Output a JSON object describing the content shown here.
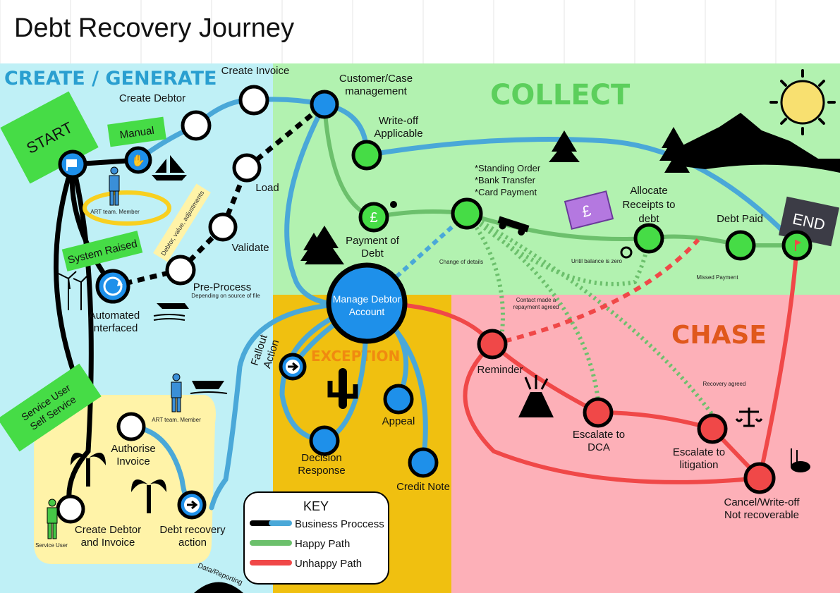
{
  "title": "Debt Recovery Journey",
  "zones": {
    "create": "CREATE / GENERATE",
    "collect": "COLLECT",
    "exception": "EXCEPTION",
    "chase": "CHASE"
  },
  "badges": {
    "start": "START",
    "end": "END",
    "manual": "Manual",
    "system_raised": "System Raised",
    "service_user_line1": "Service User",
    "service_user_line2": "Self Service",
    "debtor_tag": "Debtor, value, adjustments"
  },
  "nodes": {
    "create_invoice": "Create Invoice",
    "create_debtor": "Create Debtor",
    "customer_case_1": "Customer/Case",
    "customer_case_2": "management",
    "writeoff_app_1": "Write-off",
    "writeoff_app_2": "Applicable",
    "load": "Load",
    "validate": "Validate",
    "pre_process": "Pre-Process",
    "pre_process_note": "Depending on source of file",
    "automated_1": "Automated",
    "automated_2": "Interfaced",
    "payment_1": "Payment of",
    "payment_2": "Debt",
    "payment_methods": [
      "*Standing Order",
      "*Bank Transfer",
      "*Card Payment"
    ],
    "allocate_1": "Allocate",
    "allocate_2": "Receipts to",
    "allocate_3": "debt",
    "debt_paid": "Debt Paid",
    "manage_1": "Manage Debtor",
    "manage_2": "Account",
    "fallout_1": "Fallout",
    "fallout_2": "Action",
    "appeal": "Appeal",
    "decision_1": "Decision",
    "decision_2": "Response",
    "credit_note": "Credit Note",
    "reminder": "Reminder",
    "escalate_dca_1": "Escalate to",
    "escalate_dca_2": "DCA",
    "escalate_lit_1": "Escalate to",
    "escalate_lit_2": "litigation",
    "cancel_1": "Cancel/Write-off",
    "cancel_2": "Not recoverable",
    "authorise_1": "Authorise",
    "authorise_2": "Invoice",
    "create_debtor_inv_1": "Create Debtor",
    "create_debtor_inv_2": "and Invoice",
    "debt_recovery_1": "Debt recovery",
    "debt_recovery_2": "action"
  },
  "annotations": {
    "art_member_1": "ART team. Member",
    "art_member_2": "ART team. Member",
    "service_user": "Service User",
    "change_details": "Change of details",
    "until_zero": "Until balance is zero",
    "missed_payment": "Missed Payment",
    "contact_made_1": "Contact made a",
    "contact_made_2": "repayment agreed",
    "recovery_agreed": "Recovery agreed",
    "data_reporting": "Data/Reporting"
  },
  "legend": {
    "title": "KEY",
    "items": [
      {
        "label": "Business Proccess",
        "color": "#000000",
        "color2": "#4aa8d8"
      },
      {
        "label": "Happy Path",
        "color": "#6cc06c"
      },
      {
        "label": "Unhappy Path",
        "color": "#f04848"
      }
    ]
  },
  "colors": {
    "create_bg": "#bff0f6",
    "collect_bg": "#b2f2b0",
    "exception_bg": "#f0c010",
    "chase_bg": "#fdb0b8",
    "blue_line": "#4aa8d8",
    "green_line": "#6cc06c",
    "red_line": "#f04848",
    "node_blue": "#1e90ea",
    "node_green": "#46dc46",
    "node_red": "#f04848"
  }
}
